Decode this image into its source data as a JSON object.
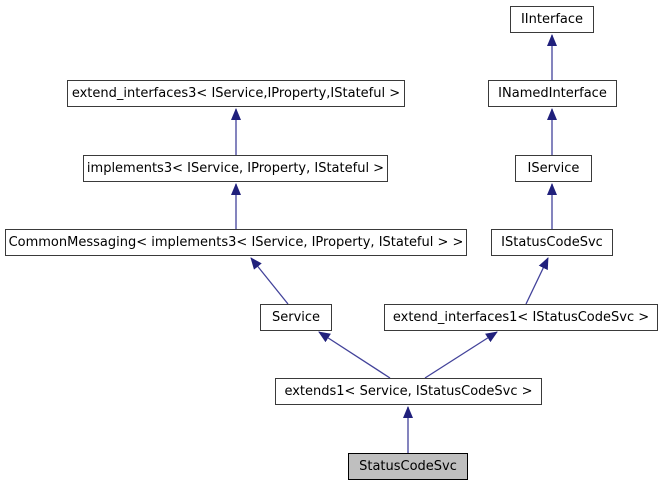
{
  "diagram": {
    "type": "class-inheritance-graph",
    "background": "#ffffff",
    "colors": {
      "edge_line": "#42429a",
      "edge_arrowhead": "#20207c",
      "node_border": "#3a3a3a",
      "node_fill": "#ffffff",
      "selected_node_fill": "#bfbfbf",
      "text": "#000000"
    },
    "nodes": [
      {
        "id": "iinterface",
        "label": "IInterface"
      },
      {
        "id": "extend-interfaces3",
        "label": "extend_interfaces3< IService,IProperty,IStateful >"
      },
      {
        "id": "inamedinterface",
        "label": "INamedInterface"
      },
      {
        "id": "implements3",
        "label": "implements3< IService, IProperty, IStateful >"
      },
      {
        "id": "iservice",
        "label": "IService"
      },
      {
        "id": "commonmessaging",
        "label": "CommonMessaging< implements3< IService, IProperty, IStateful > >"
      },
      {
        "id": "istatuscodesvc",
        "label": "IStatusCodeSvc"
      },
      {
        "id": "service",
        "label": "Service"
      },
      {
        "id": "extend-interfaces1",
        "label": "extend_interfaces1< IStatusCodeSvc >"
      },
      {
        "id": "extends1",
        "label": "extends1< Service, IStatusCodeSvc >"
      },
      {
        "id": "statuscodesvc",
        "label": "StatusCodeSvc",
        "highlighted": true
      }
    ],
    "edges": [
      {
        "from": "StatusCodeSvc",
        "to": "extends1< Service, IStatusCodeSvc >"
      },
      {
        "from": "extends1< Service, IStatusCodeSvc >",
        "to": "Service"
      },
      {
        "from": "extends1< Service, IStatusCodeSvc >",
        "to": "extend_interfaces1< IStatusCodeSvc >"
      },
      {
        "from": "Service",
        "to": "CommonMessaging< implements3< IService, IProperty, IStateful > >"
      },
      {
        "from": "CommonMessaging< implements3< IService, IProperty, IStateful > >",
        "to": "implements3< IService, IProperty, IStateful >"
      },
      {
        "from": "implements3< IService, IProperty, IStateful >",
        "to": "extend_interfaces3< IService,IProperty,IStateful >"
      },
      {
        "from": "extend_interfaces1< IStatusCodeSvc >",
        "to": "IStatusCodeSvc"
      },
      {
        "from": "IStatusCodeSvc",
        "to": "IService"
      },
      {
        "from": "IService",
        "to": "INamedInterface"
      },
      {
        "from": "INamedInterface",
        "to": "IInterface"
      }
    ]
  }
}
